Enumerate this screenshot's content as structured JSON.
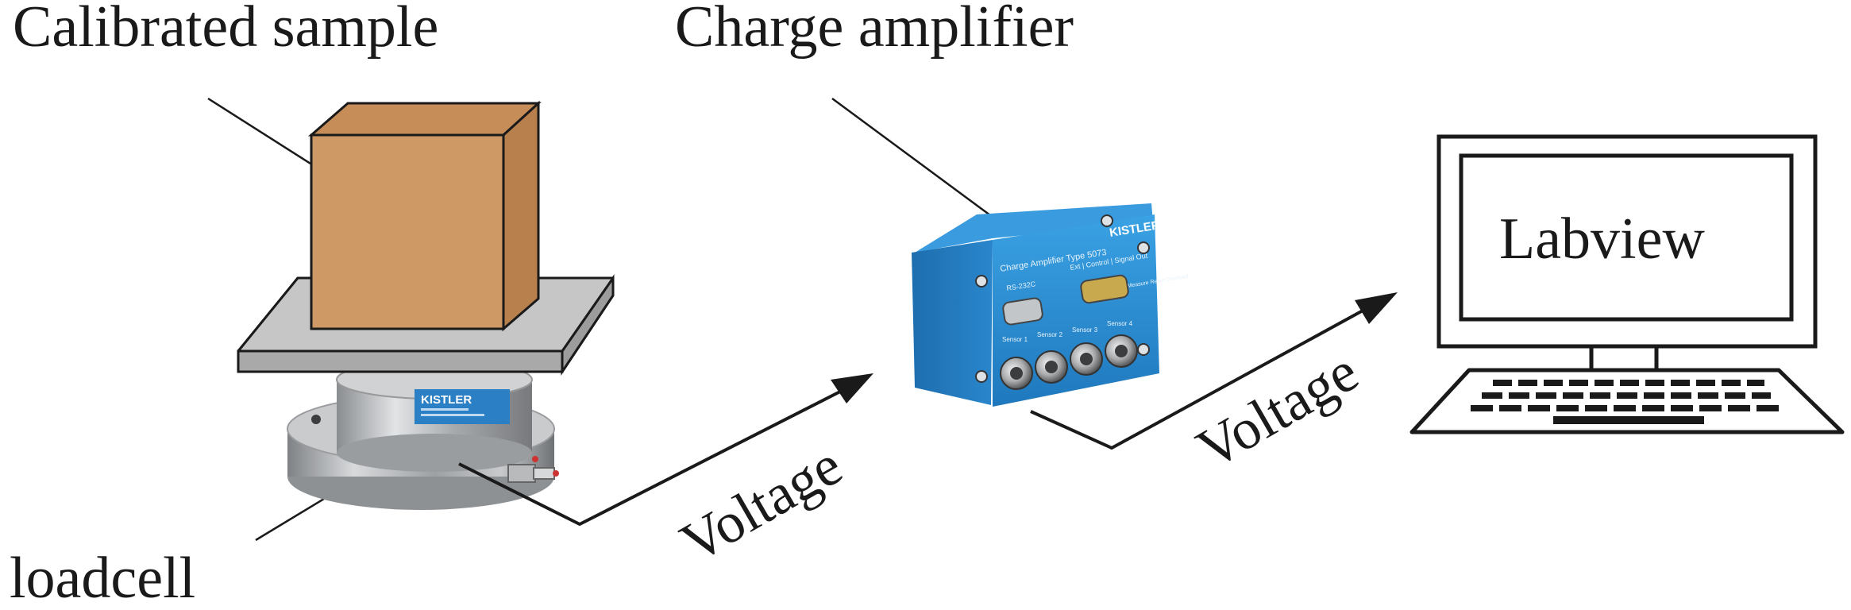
{
  "labels": {
    "sample": "Calibrated sample",
    "amplifier": "Charge amplifier",
    "loadcell": "loadcell",
    "voltage_1": "Voltage",
    "voltage_2": "Voltage",
    "screen": "Labview"
  },
  "device_text": {
    "loadcell_brand": "KISTLER",
    "amplifier_brand": "KISTLER",
    "amplifier_model": "Charge Amplifier Type 5073",
    "amplifier_ports": "Ext | Control | Signal Out",
    "amplifier_rs": "RS-232C",
    "amplifier_status": "Measure Reset Overload",
    "sensor_1": "Sensor 1",
    "sensor_2": "Sensor 2",
    "sensor_3": "Sensor 3",
    "sensor_4": "Sensor 4"
  },
  "colors": {
    "sample_box": "#cf9966",
    "plate": "#c2c2c2",
    "amplifier_body": "#2c8fd3",
    "loadcell_steel": "#a9acae",
    "line": "#1a1a1a"
  }
}
